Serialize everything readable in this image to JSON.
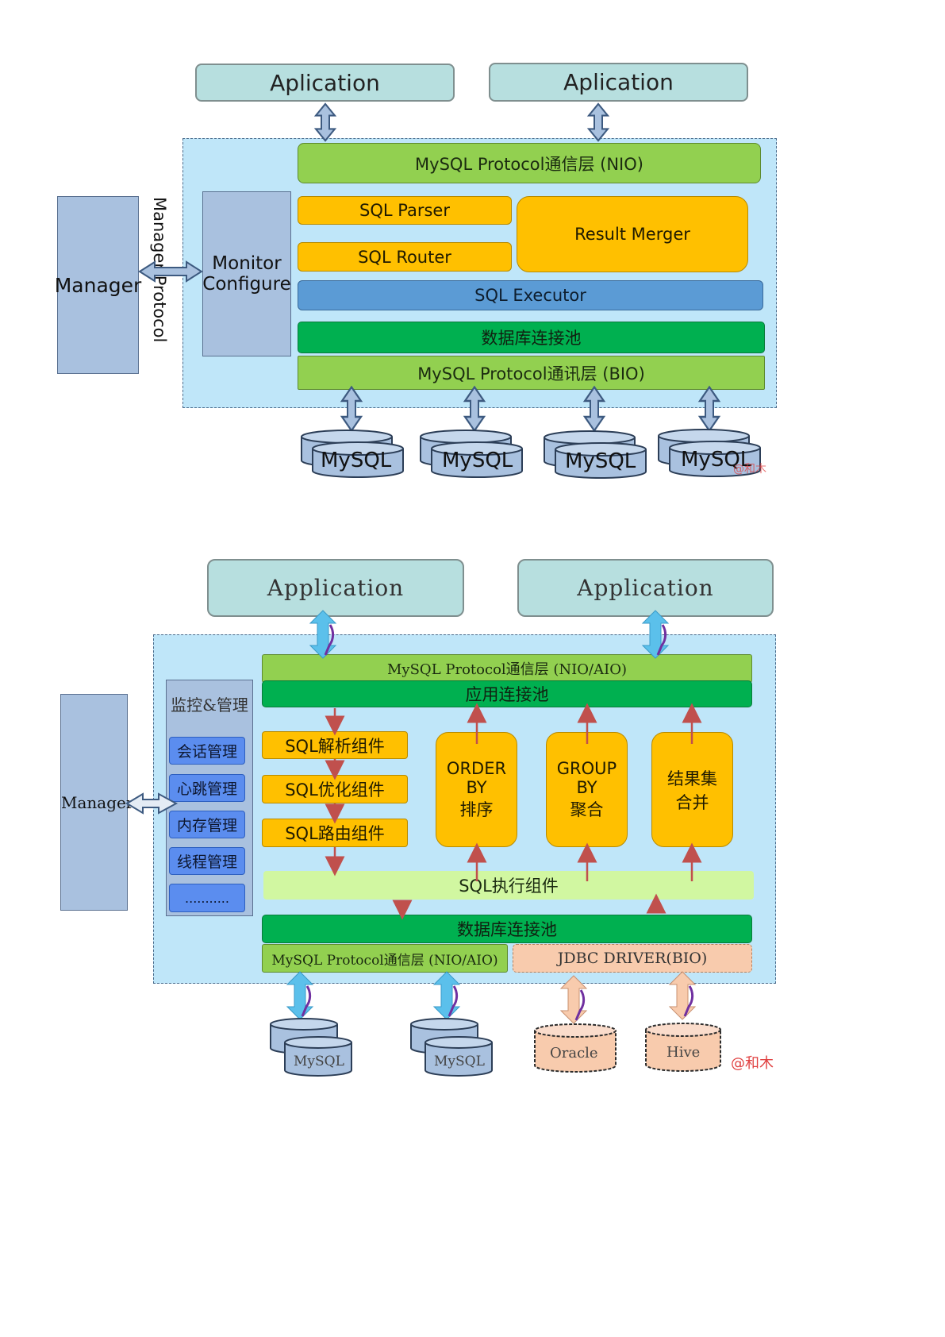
{
  "diagram1": {
    "app_left": "Aplication",
    "app_right": "Aplication",
    "nio_layer": "MySQL Protocol通信层 (NIO)",
    "sql_parser": "SQL Parser",
    "sql_router": "SQL Router",
    "result_merger": "Result Merger",
    "sql_executor": "SQL Executor",
    "db_pool": "数据库连接池",
    "bio_layer": "MySQL Protocol通讯层 (BIO)",
    "manager": "Manager",
    "manager_protocol": "Manager Protocol",
    "monitor_line1": "Monitor",
    "monitor_line2": "Configure",
    "mysql_labels": [
      "MySQL",
      "MySQL",
      "MySQL",
      "MySQL"
    ],
    "watermark": "@和木"
  },
  "diagram2": {
    "app_left": "Application",
    "app_right": "Application",
    "nio_layer": "MySQL Protocol通信层 (NIO/AIO)",
    "app_pool": "应用连接池",
    "monitor_title": "监控&管理",
    "monitor_items": [
      "会话管理",
      "心跳管理",
      "内存管理",
      "线程管理",
      "..........."
    ],
    "manager": "Manager",
    "sql_parse": "SQL解析组件",
    "sql_optimize": "SQL优化组件",
    "sql_route": "SQL路由组件",
    "order_by_line1": "ORDER BY",
    "order_by_line2": "排序",
    "group_by_line1": "GROUP BY",
    "group_by_line2": "聚合",
    "result_merge_line1": "结果集",
    "result_merge_line2": "合并",
    "sql_exec": "SQL执行组件",
    "db_pool": "数据库连接池",
    "bottom_nio": "MySQL Protocol通信层 (NIO/AIO)",
    "jdbc": "JDBC DRIVER(BIO)",
    "db_labels": [
      "MySQL",
      "MySQL",
      "Oracle",
      "Hive"
    ],
    "watermark": "@和木"
  },
  "colors": {
    "app_fill": "#b7dfdf",
    "container_fill": "#bfe6f9",
    "nio_green": "#92d050",
    "pool_green": "#00b050",
    "component_orange": "#ffc000",
    "executor_blue": "#5b9bd5",
    "manager_fill": "#a9c1df",
    "exec_light_green": "#d1f7a1",
    "jdbc_peach": "#f8cbad",
    "arrow_red": "#c0504d",
    "arrow_cyan": "#5bc0eb"
  }
}
